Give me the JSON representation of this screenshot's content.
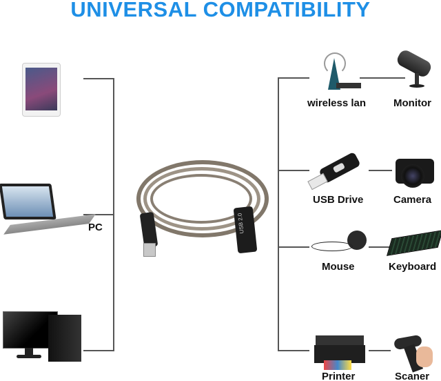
{
  "title": "UNIVERSAL COMPATIBILITY",
  "title_color": "#1e8fe6",
  "left": {
    "label": "PC",
    "devices": [
      {
        "icon": "tablet-icon"
      },
      {
        "icon": "laptop-icon"
      },
      {
        "icon": "desktop-computer-icon"
      }
    ]
  },
  "center": {
    "icon": "usb-extension-cable-icon",
    "cable_text": "USB 2.0"
  },
  "right": {
    "devices": [
      {
        "label": "wireless  lan",
        "icon": "wireless-router-icon"
      },
      {
        "label": "Monitor",
        "icon": "security-camera-icon"
      },
      {
        "label": "USB Drive",
        "icon": "usb-drive-icon"
      },
      {
        "label": "Camera",
        "icon": "camera-icon"
      },
      {
        "label": "Mouse",
        "icon": "mouse-icon"
      },
      {
        "label": "Keyboard",
        "icon": "keyboard-icon"
      },
      {
        "label": "Printer",
        "icon": "printer-icon"
      },
      {
        "label": "Scaner",
        "icon": "barcode-scanner-icon"
      }
    ]
  }
}
